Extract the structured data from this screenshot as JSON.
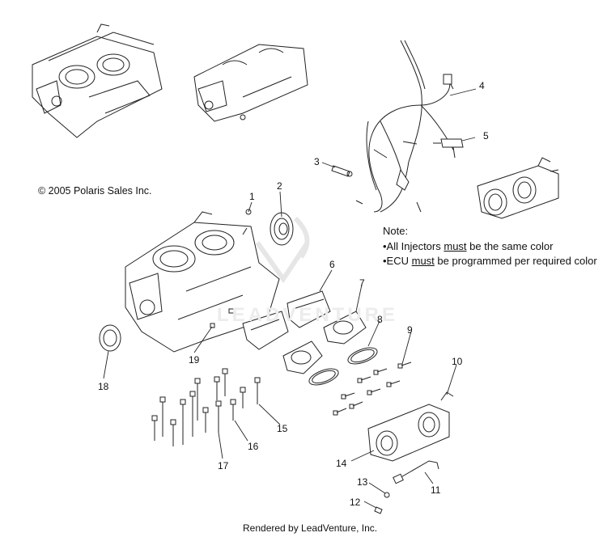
{
  "copyright": "© 2005 Polaris Sales Inc.",
  "note": {
    "title": "Note:",
    "line1_prefix": "•All Injectors ",
    "line1_emph": "must",
    "line1_suffix": " be the same color",
    "line2_prefix": "•ECU ",
    "line2_emph": "must",
    "line2_suffix": " be programmed per required color"
  },
  "footer": "Rendered by LeadVenture, Inc.",
  "watermark": "LEADVENTURE",
  "callouts": {
    "c1": "1",
    "c2": "2",
    "c3": "3",
    "c4": "4",
    "c5": "5",
    "c6": "6",
    "c7": "7",
    "c8": "8",
    "c9": "9",
    "c10": "10",
    "c11": "11",
    "c12": "12",
    "c13": "13",
    "c14": "14",
    "c15": "15",
    "c16": "16",
    "c17": "17",
    "c18": "18",
    "c19": "19"
  }
}
